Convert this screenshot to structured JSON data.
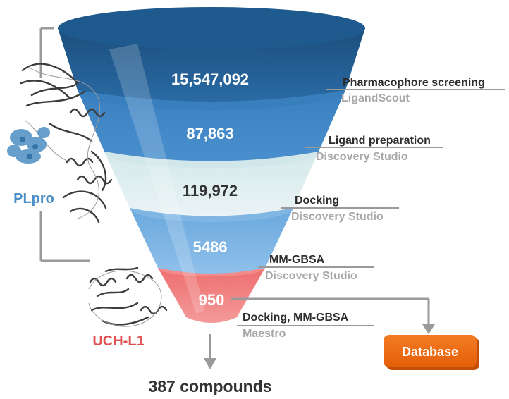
{
  "funnel": {
    "stages": [
      {
        "count": "15,547,092",
        "step": "Pharmacophore screening",
        "tool": "LigandScout"
      },
      {
        "count": "87,863",
        "step": "Ligand preparation",
        "tool": "Discovery Studio"
      },
      {
        "count": "119,972",
        "step": "Docking",
        "tool": "Discovery Studio"
      },
      {
        "count": "5486",
        "step": "MM-GBSA",
        "tool": "Discovery Studio"
      },
      {
        "count": "950",
        "step": "Docking, MM-GBSA",
        "tool": "Maestro"
      }
    ],
    "result": "387 compounds"
  },
  "proteins": {
    "plpro": "PLpro",
    "uchl1": "UCH-L1"
  },
  "database": {
    "label": "Database"
  },
  "colors": {
    "stage_top": "#1f5f93",
    "stage_blue": "#3f86c6",
    "stage_light": "#dcecec",
    "stage_mid": "#73b0e2",
    "stage_red": "#f07b7b",
    "plpro": "#4d8fc4",
    "uchl1": "#e05252",
    "database": "#f26b12",
    "arrow": "#9a9a9a"
  }
}
